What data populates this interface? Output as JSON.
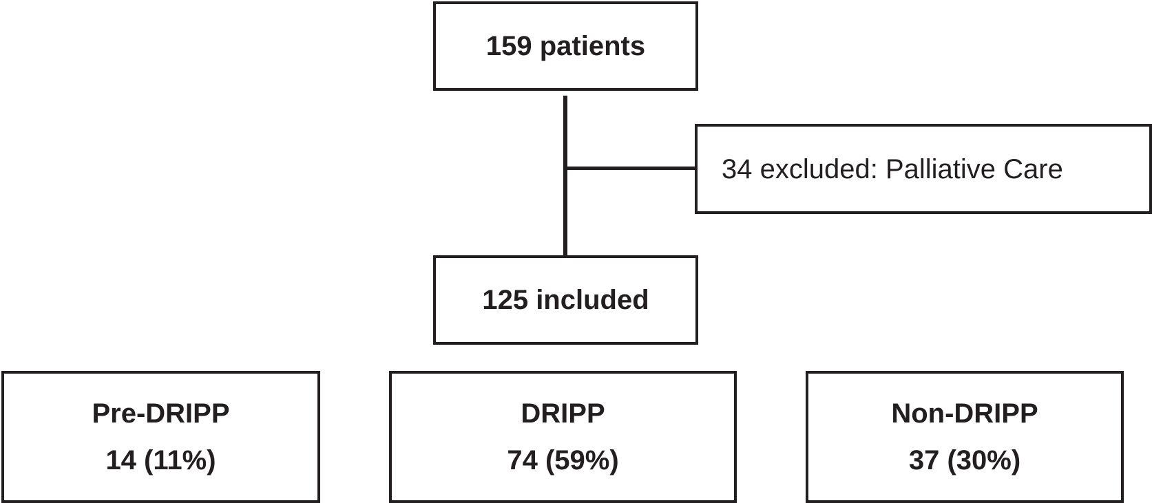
{
  "diagram": {
    "top_box": {
      "text": "159 patients"
    },
    "excluded_box": {
      "text": "34 excluded: Palliative Care"
    },
    "included_box": {
      "text": "125 included"
    },
    "groups": [
      {
        "name": "Pre-DRIPP",
        "count": "14 (11%)"
      },
      {
        "name": "DRIPP",
        "count": "74 (59%)"
      },
      {
        "name": "Non-DRIPP",
        "count": "37 (30%)"
      }
    ],
    "colors": {
      "stroke": "#231f20",
      "background": "#ffffff"
    }
  }
}
